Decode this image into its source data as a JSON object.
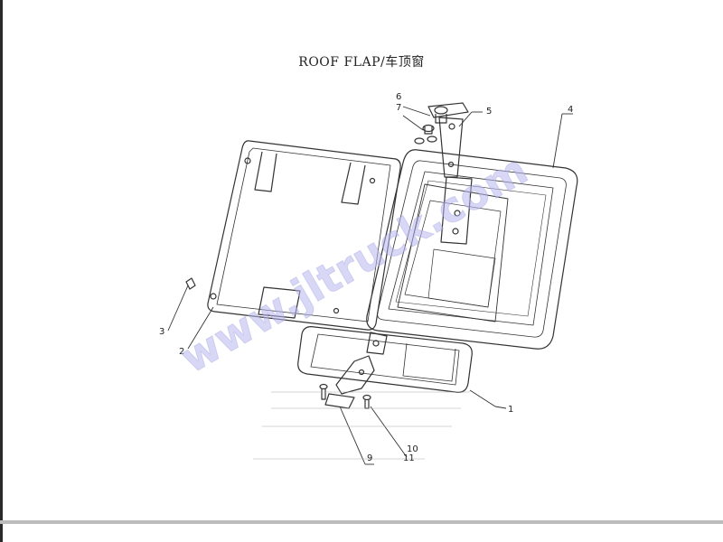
{
  "title": "ROOF FLAP/车顶窗",
  "watermark": "www.jltruck.com",
  "callouts": {
    "c1": "1",
    "c2": "2",
    "c3": "3",
    "c4": "4",
    "c5": "5",
    "c6": "6",
    "c7": "7",
    "c9": "9",
    "c10": "10",
    "c11": "11"
  },
  "colors": {
    "line": "#333333",
    "watermark": "#b8b8ee"
  }
}
